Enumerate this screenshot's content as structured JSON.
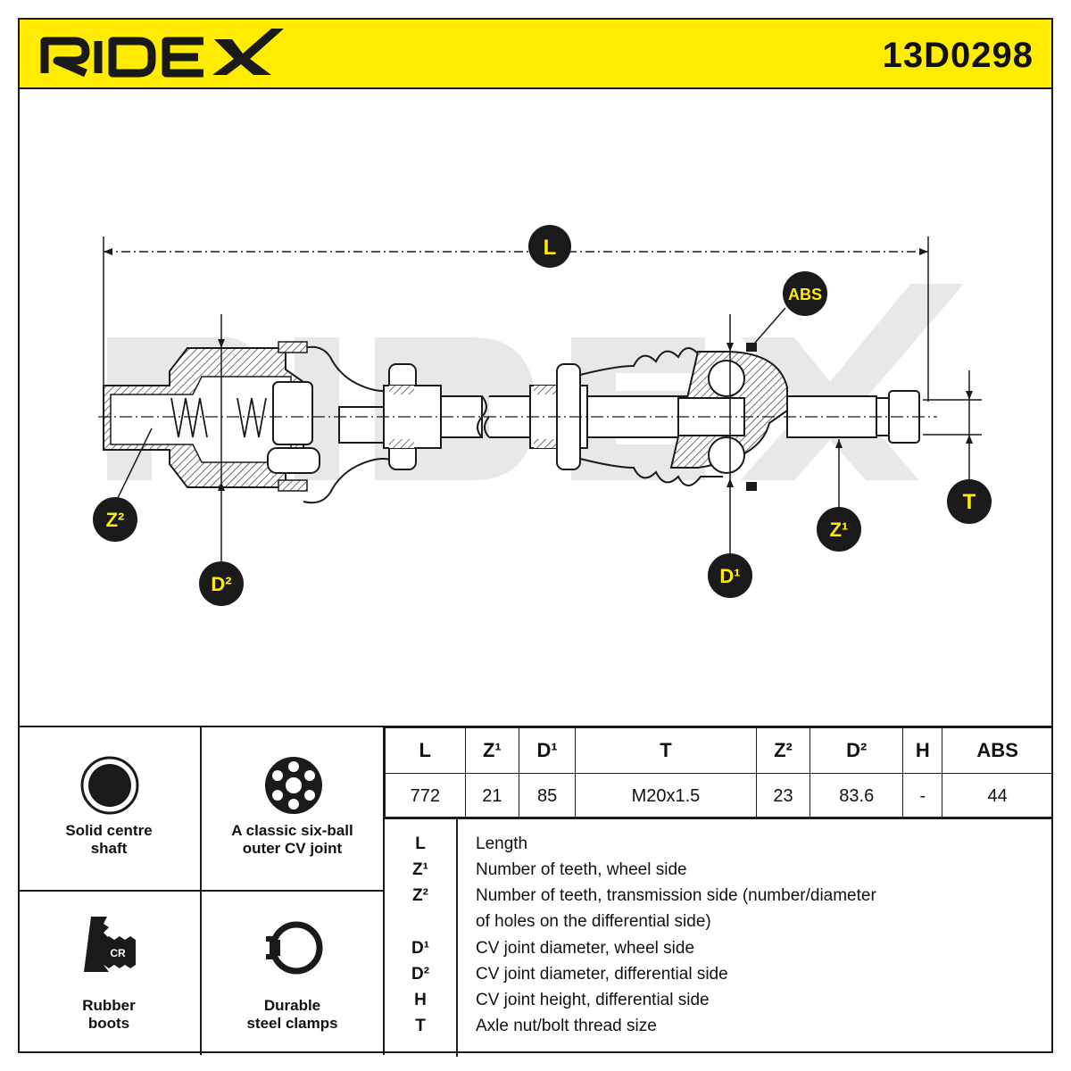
{
  "brand": {
    "name": "RIDEX",
    "part_number": "13D0298"
  },
  "diagram": {
    "watermark": "RIDEX",
    "labels": {
      "L": "L",
      "ABS": "ABS",
      "T": "T",
      "Z1": "Z¹",
      "Z2": "Z²",
      "D1": "D¹",
      "D2": "D²"
    }
  },
  "features": [
    {
      "label_line1": "Solid centre",
      "label_line2": "shaft",
      "icon": "solid-shaft-icon"
    },
    {
      "label_line1": "A classic six-ball",
      "label_line2": "outer CV joint",
      "icon": "six-ball-joint-icon"
    },
    {
      "label_line1": "Rubber",
      "label_line2": "boots",
      "icon": "rubber-boot-icon",
      "icon_text": "CR"
    },
    {
      "label_line1": "Durable",
      "label_line2": "steel clamps",
      "icon": "steel-clamp-icon"
    }
  ],
  "specs": {
    "headers": [
      "L",
      "Z¹",
      "D¹",
      "T",
      "Z²",
      "D²",
      "H",
      "ABS"
    ],
    "values": [
      "772",
      "21",
      "85",
      "M20x1.5",
      "23",
      "83.6",
      "-",
      "44"
    ]
  },
  "legend": [
    {
      "symbol": "L",
      "text": "Length"
    },
    {
      "symbol": "Z¹",
      "text": "Number of teeth, wheel side"
    },
    {
      "symbol": "Z²",
      "text": "Number of teeth, transmission side (number/diameter"
    },
    {
      "symbol": "",
      "text": "of holes on the differential side)"
    },
    {
      "symbol": "D¹",
      "text": "CV joint diameter, wheel side"
    },
    {
      "symbol": "D²",
      "text": "CV joint diameter, differential side"
    },
    {
      "symbol": "H",
      "text": "CV joint height, differential side"
    },
    {
      "symbol": "T",
      "text": "Axle nut/bolt thread size"
    }
  ],
  "colors": {
    "accent": "#ffec00",
    "ink": "#1a1a1a",
    "watermark": "#e6e6e6"
  }
}
